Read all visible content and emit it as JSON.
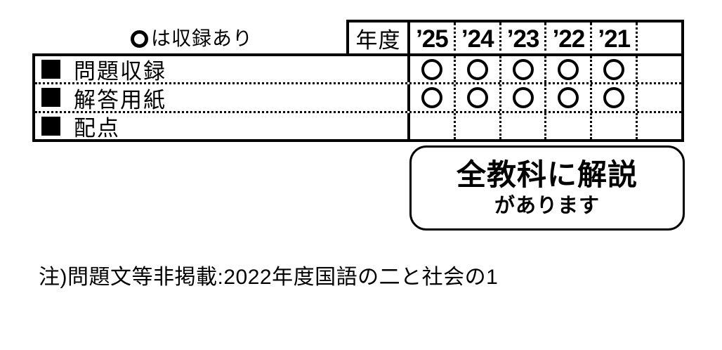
{
  "legend": {
    "mark_symbol": "○",
    "text": "は収録あり"
  },
  "table": {
    "year_header": "年度",
    "years": [
      "’25",
      "’24",
      "’23",
      "’22",
      "’21",
      ""
    ],
    "rows": [
      {
        "label": "問題収録",
        "marks": [
          true,
          true,
          true,
          true,
          true,
          false
        ]
      },
      {
        "label": "解答用紙",
        "marks": [
          true,
          true,
          true,
          true,
          true,
          false
        ]
      },
      {
        "label": "配点",
        "marks": [
          false,
          false,
          false,
          false,
          false,
          false
        ]
      }
    ]
  },
  "callout": {
    "line1": "全教科に解説",
    "line2": "があります"
  },
  "note": "注)問題文等非掲載:2022年度国語の二と社会の1",
  "colors": {
    "ink": "#000000",
    "background": "#ffffff"
  }
}
